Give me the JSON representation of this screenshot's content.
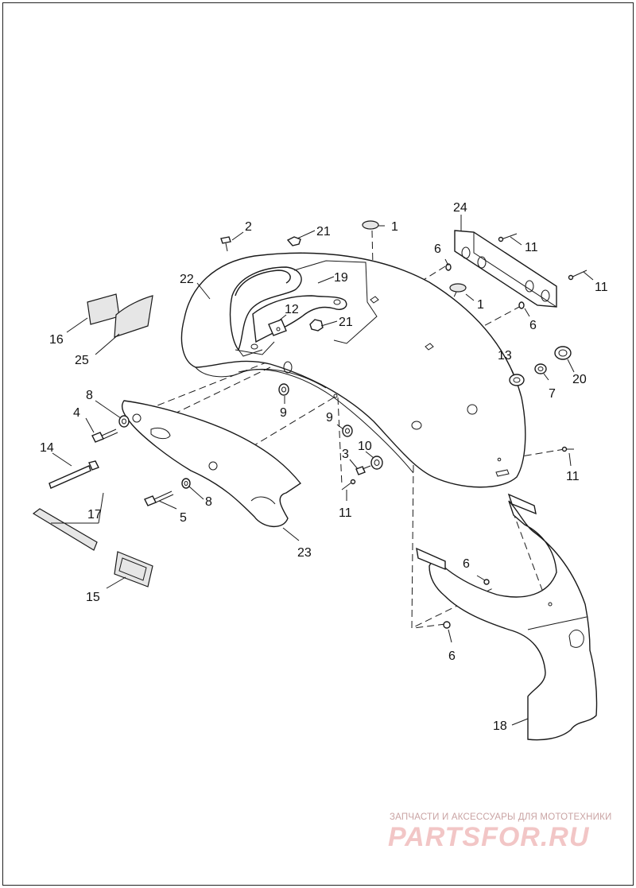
{
  "diagram": {
    "callouts": [
      {
        "id": "c1a",
        "text": "1"
      },
      {
        "id": "c1b",
        "text": "1"
      },
      {
        "id": "c2",
        "text": "2"
      },
      {
        "id": "c3",
        "text": "3"
      },
      {
        "id": "c4",
        "text": "4"
      },
      {
        "id": "c5",
        "text": "5"
      },
      {
        "id": "c6a",
        "text": "6"
      },
      {
        "id": "c6b",
        "text": "6"
      },
      {
        "id": "c6c",
        "text": "6"
      },
      {
        "id": "c6d",
        "text": "6"
      },
      {
        "id": "c7",
        "text": "7"
      },
      {
        "id": "c8a",
        "text": "8"
      },
      {
        "id": "c8b",
        "text": "8"
      },
      {
        "id": "c9a",
        "text": "9"
      },
      {
        "id": "c9b",
        "text": "9"
      },
      {
        "id": "c10",
        "text": "10"
      },
      {
        "id": "c11a",
        "text": "11"
      },
      {
        "id": "c11b",
        "text": "11"
      },
      {
        "id": "c11c",
        "text": "11"
      },
      {
        "id": "c11d",
        "text": "11"
      },
      {
        "id": "c12",
        "text": "12"
      },
      {
        "id": "c13",
        "text": "13"
      },
      {
        "id": "c14",
        "text": "14"
      },
      {
        "id": "c15",
        "text": "15"
      },
      {
        "id": "c16",
        "text": "16"
      },
      {
        "id": "c17",
        "text": "17"
      },
      {
        "id": "c18",
        "text": "18"
      },
      {
        "id": "c19",
        "text": "19"
      },
      {
        "id": "c20",
        "text": "20"
      },
      {
        "id": "c21a",
        "text": "21"
      },
      {
        "id": "c21b",
        "text": "21"
      },
      {
        "id": "c22",
        "text": "22"
      },
      {
        "id": "c23",
        "text": "23"
      },
      {
        "id": "c24",
        "text": "24"
      },
      {
        "id": "c25",
        "text": "25"
      }
    ]
  },
  "watermark": {
    "caption": "ЗАПЧАСТИ И АКСЕССУАРЫ ДЛЯ МОТОТЕХНИКИ",
    "logo": "PARTSFOR.RU"
  }
}
